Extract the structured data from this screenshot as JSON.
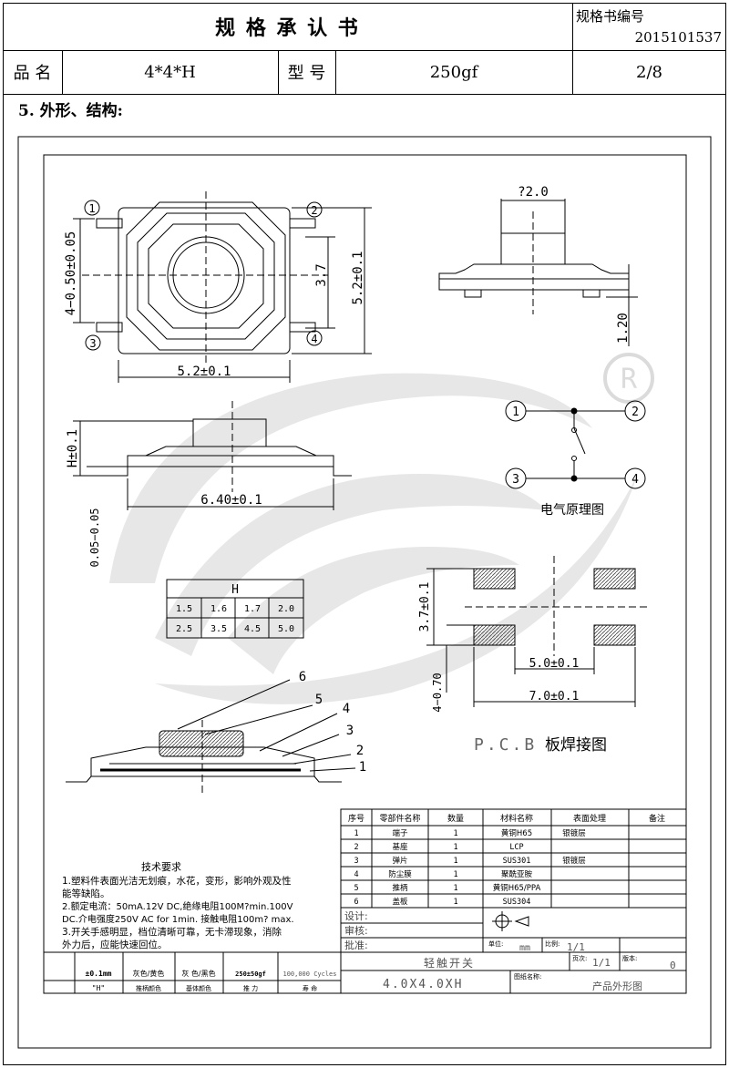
{
  "header": {
    "title": "规 格 承 认 书",
    "spec_no_label": "规格书编号",
    "spec_no": "2015101537",
    "name_label": "品 名",
    "name_value": "4*4*H",
    "model_label": "型 号",
    "model_value": "250gf",
    "page": "2/8"
  },
  "section_title": "5. 外形、结构:",
  "drawing": {
    "top_view": {
      "pins": [
        "1",
        "2",
        "3",
        "4"
      ],
      "dim_pin_width": "4−0.50±0.05",
      "dim_width": "5.2±0.1",
      "dim_inner": "3.7",
      "dim_height": "5.2±0.1"
    },
    "side_view": {
      "dim_stem": "?2.0",
      "dim_base": "1.20"
    },
    "front_view": {
      "dim_h": "H±0.1",
      "dim_length": "6.40±0.1",
      "dim_gap": "0.05−0.05"
    },
    "h_table": {
      "header": "H",
      "rows": [
        [
          "1.5",
          "1.6",
          "1.7",
          "2.0"
        ],
        [
          "2.5",
          "3.5",
          "4.5",
          "5.0"
        ]
      ]
    },
    "circuit": {
      "pins": [
        "1",
        "2",
        "3",
        "4"
      ],
      "caption": "电气原理图"
    },
    "pcb": {
      "dim_pad_h": "3.7±0.1",
      "dim_pad_w": "4−0.70",
      "dim_inner": "5.0±0.1",
      "dim_outer": "7.0±0.1",
      "caption_latin": "P.C.B",
      "caption_cn": "板焊接图"
    },
    "section_numbers": [
      "6",
      "5",
      "4",
      "3",
      "2",
      "1"
    ],
    "tech_requirements": {
      "title": "技术要求",
      "lines": [
        "1.塑料件表面光洁无划痕，水花，变形，影响外观及性",
        "能等缺陷。",
        "2.额定电流：50mA.12V DC,绝缘电阻100M?min.100V",
        "DC.介电强度250V AC for 1min. 接触电阻100m? max.",
        "3.开关手感明显，档位清晰可靠，无卡滞现象，消除",
        "外力后，应能快速回位。"
      ]
    },
    "bom": {
      "headers": [
        "序号",
        "零部件名称",
        "数量",
        "材料名称",
        "表面处理",
        "备注"
      ],
      "rows": [
        [
          "1",
          "端子",
          "1",
          "黄铜H65",
          "银镀层",
          ""
        ],
        [
          "2",
          "基座",
          "1",
          "LCP",
          "",
          ""
        ],
        [
          "3",
          "弹片",
          "1",
          "SUS301",
          "银镀层",
          ""
        ],
        [
          "4",
          "防尘膜",
          "1",
          "聚酰亚胺",
          "",
          ""
        ],
        [
          "5",
          "推柄",
          "1",
          "黄铜H65/PPA",
          "",
          ""
        ],
        [
          "6",
          "盖板",
          "1",
          "SUS304",
          "",
          ""
        ]
      ]
    },
    "title_block": {
      "design": "设计:",
      "review": "审核:",
      "approve": "批准:",
      "unit_label": "单位:",
      "unit": "mm",
      "scale_label": "比例:",
      "scale": "1/1",
      "pages_label": "页次:",
      "pages": "1/1",
      "version_label": "版本:",
      "version": "0",
      "product": "轻触开关",
      "model": "4.0X4.0XH",
      "drawing_no_label": "图纸名称:",
      "drawing_name": "产品外形图"
    },
    "spec_strip": {
      "values": [
        "±0.1mm",
        "灰色/黄色",
        "灰 色/黑色",
        "250±50gf",
        "100,000 Cycles"
      ],
      "labels": [
        "\"H\"",
        "推柄颜色",
        "基体颜色",
        "推 力",
        "寿 命"
      ]
    }
  }
}
